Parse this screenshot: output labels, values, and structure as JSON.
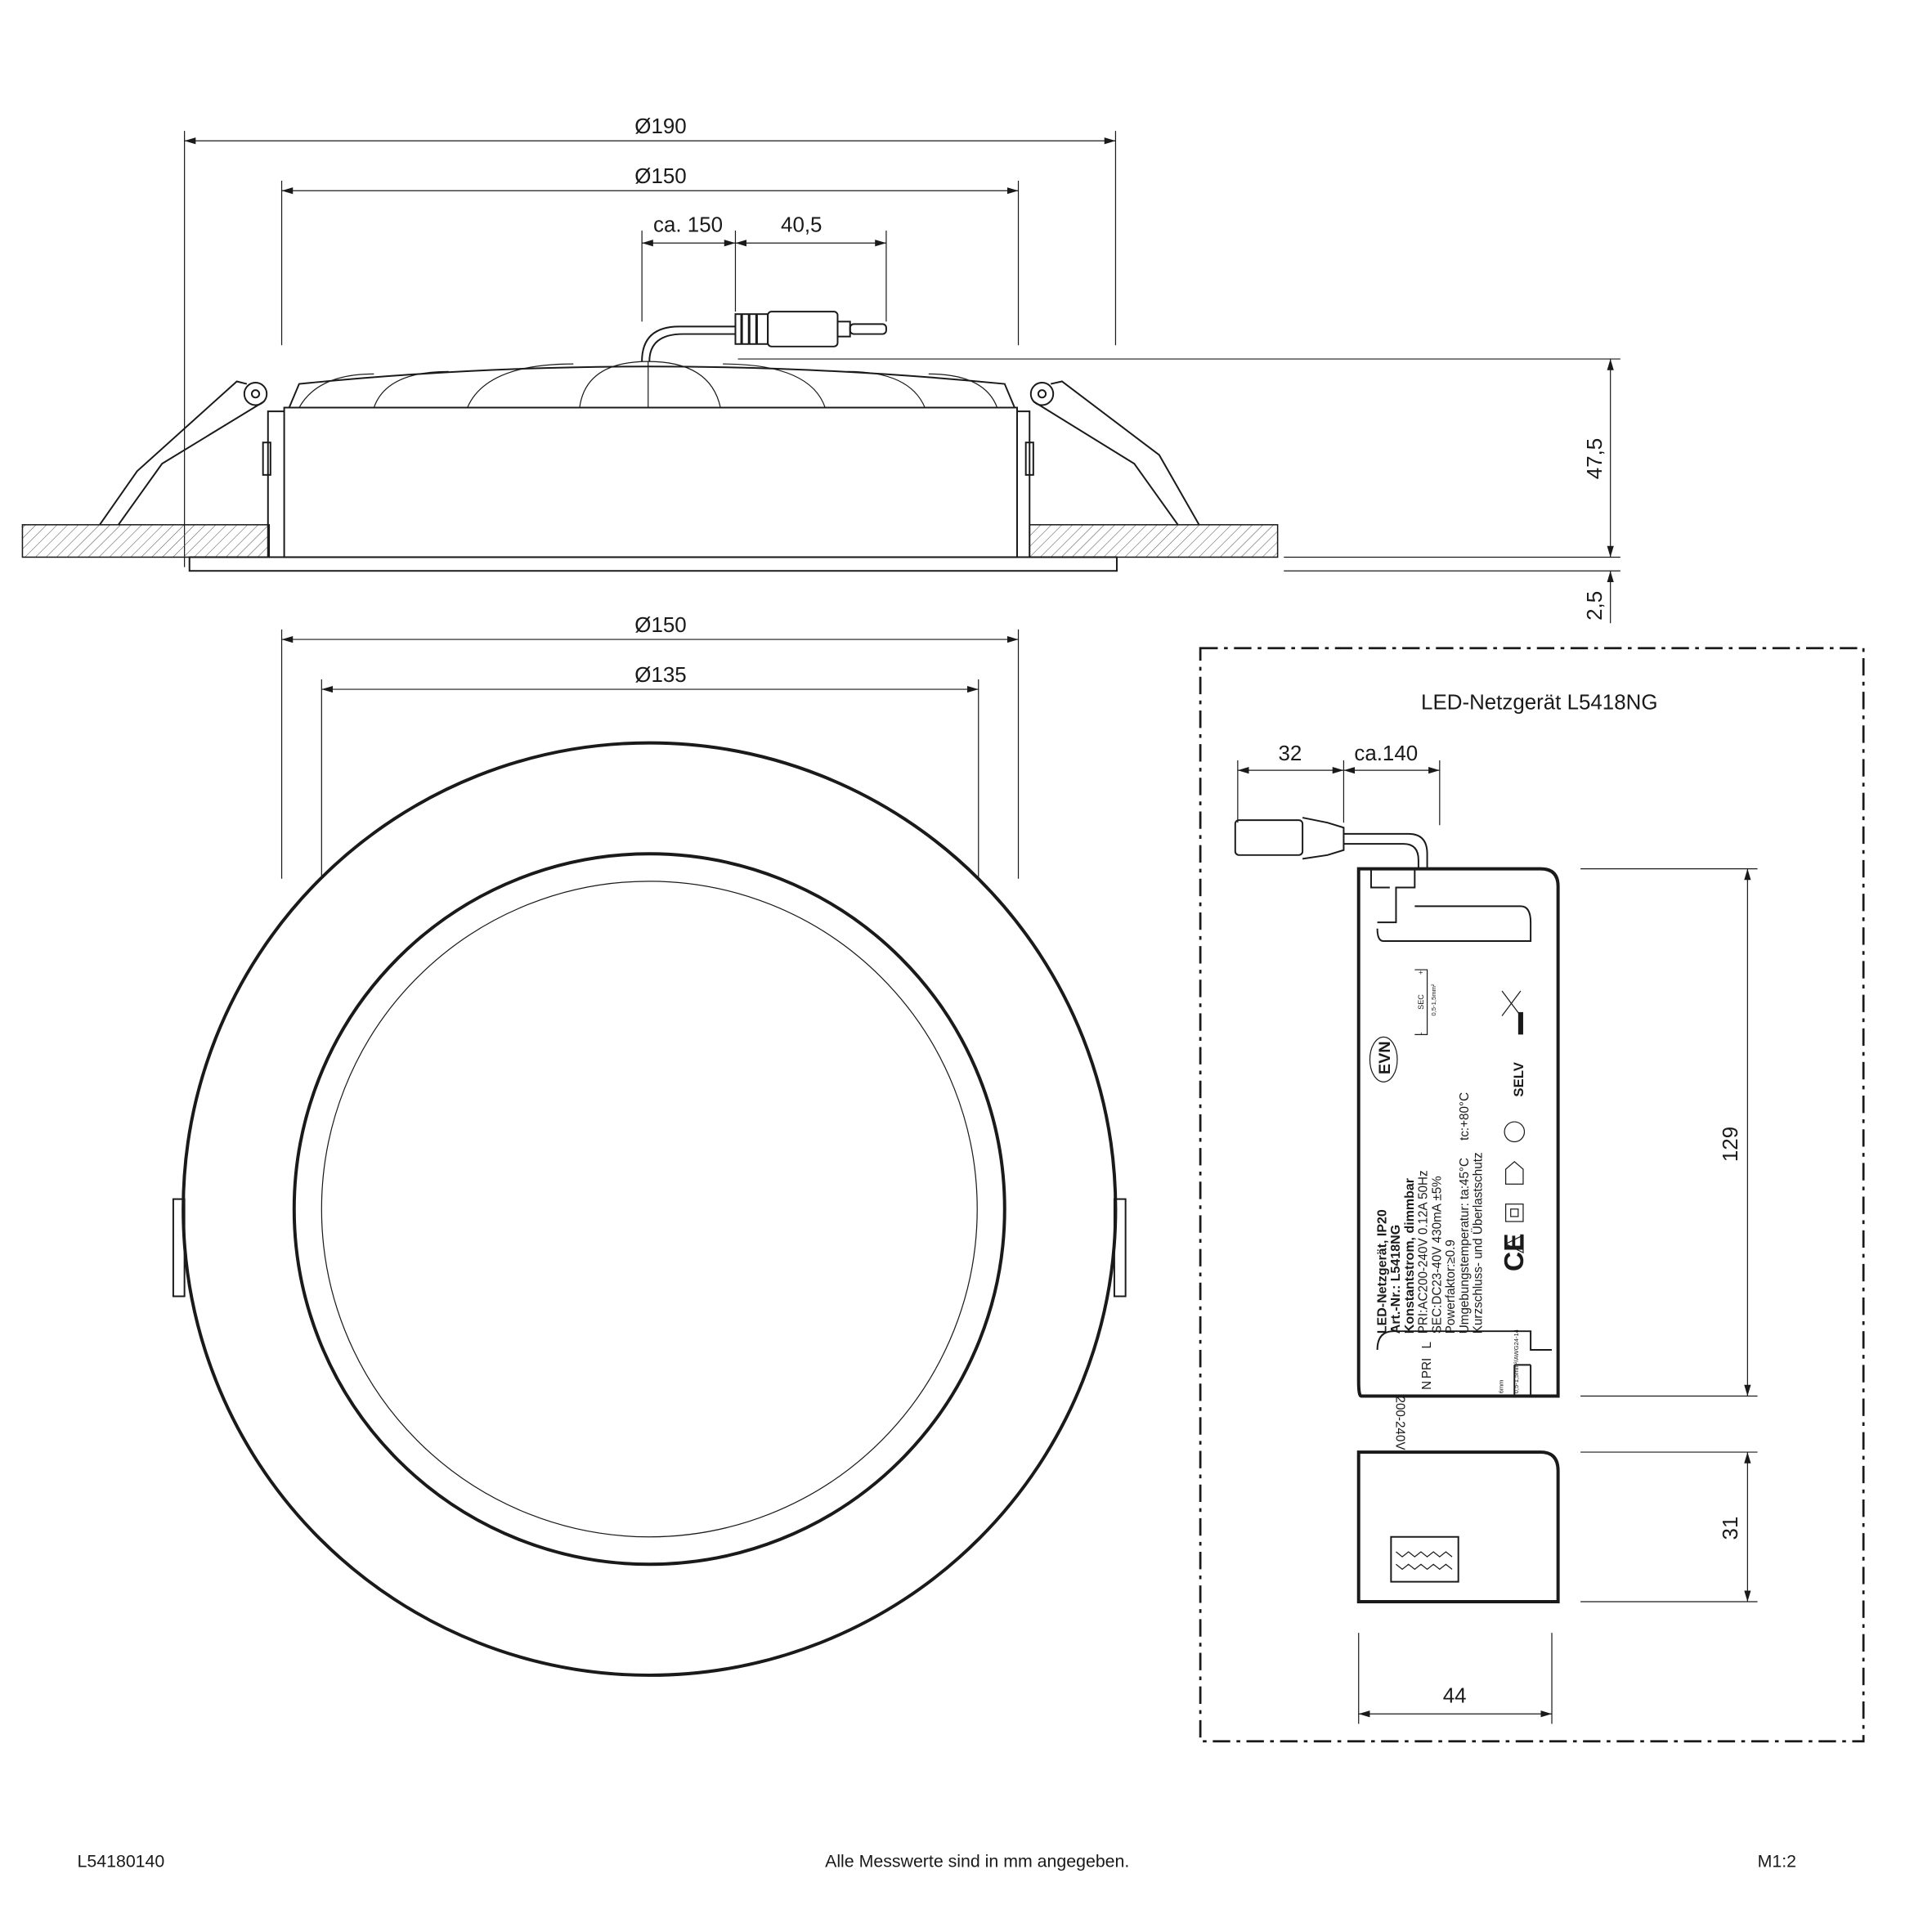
{
  "side_view": {
    "dim_outer_diameter": "Ø190",
    "dim_cutout_diameter": "Ø150",
    "dim_cable_length": "ca. 150",
    "dim_connector_length": "40,5",
    "dim_height": "47,5",
    "dim_bezel_thickness": "2,5"
  },
  "front_view": {
    "dim_outer_ring": "Ø150",
    "dim_inner_ring": "Ø135"
  },
  "driver": {
    "title": "LED-Netzgerät L5418NG",
    "dim_connector": "32",
    "dim_cable": "ca.140",
    "dim_length": "129",
    "dim_height": "31",
    "dim_width": "44",
    "label": {
      "brand": "EVN",
      "line1": "LED-Netzgerät, IP20",
      "line2": "Art.-Nr.: L5418NG",
      "line3": "Konstantstrom, dimmbar",
      "line4": "PRI:AC200-240V  0.12A  50Hz",
      "line5": "SEC:DC23-40V  430mA  ±5%",
      "line6": "Powerfaktor:≥0.9",
      "line7": "Umgebungstemperatur: ta:45°C",
      "line7b": "tc:+80°C",
      "line8": "Kurzschluss- und Überlastschutz",
      "sec_terminal": "SEC",
      "sec_plus": "+",
      "sec_minus": "-",
      "sec_wire": "0,5-1,5mm²",
      "pri_voltage": "200-240V",
      "pri_terminal": "PRI",
      "pri_n": "N",
      "pri_l": "L",
      "strip_length": "6mm",
      "wire_spec": "0,5-1,5mm²/AWG24-14",
      "selv": "SELV",
      "ce": "CE"
    }
  },
  "footer": {
    "article_number": "L54180140",
    "note": "Alle Messwerte sind in mm angegeben.",
    "scale": "M1:2"
  }
}
